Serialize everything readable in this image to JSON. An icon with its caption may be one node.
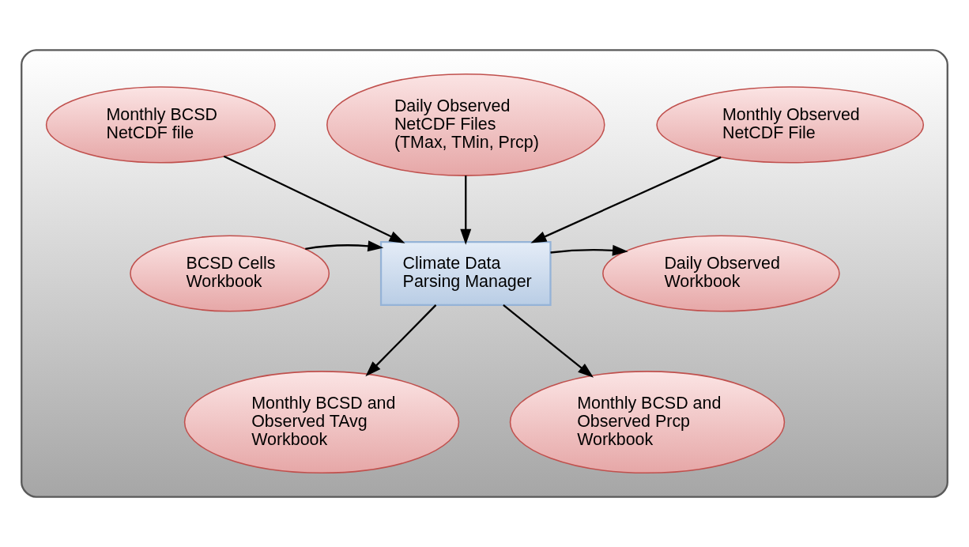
{
  "diagram": {
    "nodes": [
      {
        "text": [],
        "shape": "box"
      },
      {
        "text": [
          "Monthly BCSD NetCDF file"
        ],
        "in": 0
      },
      {
        "text": [
          "Daily Observed NetCDF Files (TMax, TMin, Prcp)"
        ],
        "in": 0
      },
      {
        "text": [
          "Monthly Observed NetCDF File"
        ],
        "in": 0
      },
      {
        "text": [
          "BCSD Cells Workbook"
        ],
        "in": 0
      },
      {
        "text": [
          "Climate Data Parsing Manager"
        ],
        "in": 0
      },
      {
        "text": [
          "Daily Observed Workbook"
        ],
        "in": 0
      },
      {
        "text": [
          "Monthly BCSD and Observed TAvg Workbook"
        ],
        "in": 0
      },
      {
        "text": [
          "Monthly BCSD and Observed Prcp Workbook"
        ],
        "in": 0
      }
    ],
    "edges": [
      {
        "from": 1,
        "to": 5,
        "arrow": "to"
      },
      {
        "from": 2,
        "to": 5,
        "arrow": "to"
      },
      {
        "from": 3,
        "to": 5,
        "arrow": "to"
      },
      {
        "from": 4,
        "to": 5,
        "arrow": "to"
      },
      {
        "from": 5,
        "to": 6,
        "arrow": "to"
      },
      {
        "from": 5,
        "to": 7,
        "arrow": "to"
      },
      {
        "from": 5,
        "to": 8,
        "arrow": "to"
      }
    ]
  }
}
